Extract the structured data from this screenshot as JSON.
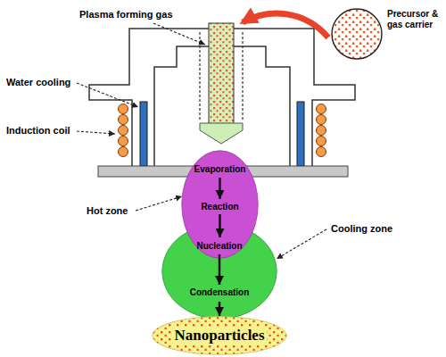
{
  "diagram": {
    "nodes": [
      {
        "text": [
          "Precursor & gas carrier"
        ]
      },
      {
        "text": [
          "Evaporation",
          "Reaction"
        ]
      },
      {
        "text": [
          "Nucleation",
          "Condensation"
        ]
      },
      {
        "text": [
          "Nanoparticles"
        ]
      }
    ],
    "edges": [
      {
        "from": 1,
        "to": 2,
        "arrow": "to"
      },
      {
        "from": 2,
        "to": 3,
        "arrow": "to"
      }
    ],
    "labels": [
      "Plasma forming gas",
      "Water cooling",
      "Induction coil",
      "Hot zone",
      "Cooling zone"
    ]
  }
}
